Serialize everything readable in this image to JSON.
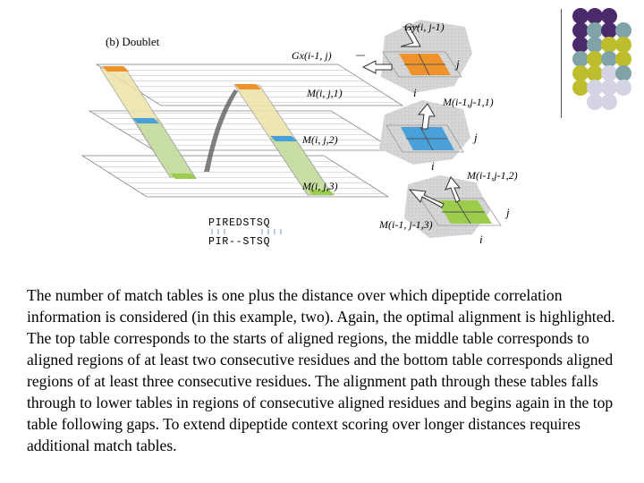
{
  "panel_title": "(b) Doublet",
  "stack_labels": {
    "top": "M(i, j,1)",
    "middle": "M(i, j,2)",
    "bottom": "M(i, j,3)"
  },
  "sequence_top": "PIREDSTSQ",
  "sequence_bottom": "PIR--STSQ",
  "detail_top": {
    "gy": "Gy(i, j-1)",
    "gx": "Gx(i-1, j)",
    "j": "j",
    "i": "i"
  },
  "detail_middle": {
    "m": "M(i-1,j-1,1)",
    "j": "j",
    "i": "i"
  },
  "detail_bottom": {
    "m_top": "M(i-1,j-1,2)",
    "m_bottom": "M(i-1, j-1,3)",
    "j": "j",
    "i": "i"
  },
  "colors": {
    "orange": "#f0922a",
    "blue": "#4aa0d8",
    "green": "#9ccc4c",
    "purple": "#4a2a6a",
    "teal": "#7fa3a6",
    "olive": "#bdbd2e",
    "lavender": "#d4d4e4"
  },
  "decor_dots": [
    [
      "purple",
      "purple",
      "purple",
      ""
    ],
    [
      "purple",
      "teal",
      "purple",
      "teal"
    ],
    [
      "purple",
      "teal",
      "olive",
      "olive"
    ],
    [
      "teal",
      "olive",
      "teal",
      "olive"
    ],
    [
      "olive",
      "olive",
      "lavender",
      "teal"
    ],
    [
      "olive",
      "lavender",
      "lavender",
      "lavender"
    ],
    [
      "",
      "lavender",
      "lavender",
      ""
    ]
  ],
  "caption": "The number of match tables is one plus the distance over which dipeptide correlation information is considered (in this example, two). Again, the optimal alignment is highlighted. The top table corresponds to the starts of aligned regions, the middle table corresponds to aligned regions of at least two consecutive residues and the bottom table corresponds aligned regions of at least three consecutive residues. The alignment path through these tables falls through to lower tables in regions of consecutive aligned residues and begins again in the top table following gaps. To extend dipeptide context scoring over longer distances requires additional match tables."
}
